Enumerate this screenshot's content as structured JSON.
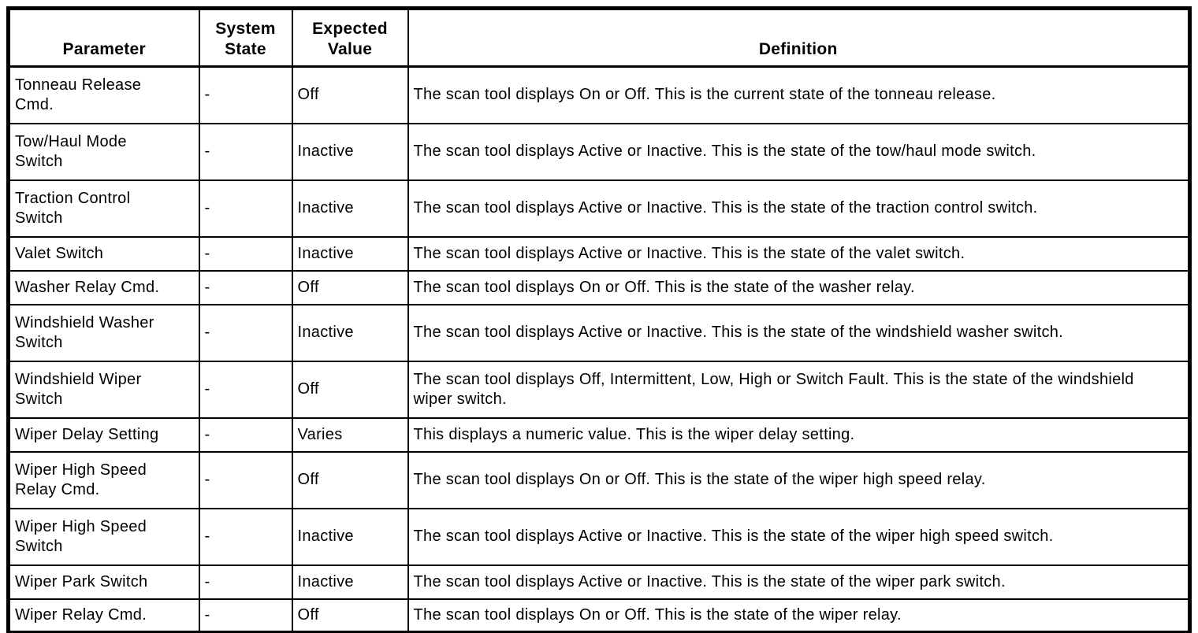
{
  "table": {
    "headers": {
      "parameter": "Parameter",
      "system_state": "System State",
      "expected_value": "Expected Value",
      "definition": "Definition"
    },
    "rows": [
      {
        "parameter": "Tonneau Release Cmd.",
        "system_state": "-",
        "expected_value": "Off",
        "definition": "The scan tool displays On or Off. This is the current state of the tonneau release."
      },
      {
        "parameter": "Tow/Haul Mode Switch",
        "system_state": "-",
        "expected_value": "Inactive",
        "definition": "The scan tool displays Active or Inactive. This is the state of the tow/haul mode switch."
      },
      {
        "parameter": "Traction Control Switch",
        "system_state": "-",
        "expected_value": "Inactive",
        "definition": "The scan tool displays Active or Inactive. This is the state of the traction control switch."
      },
      {
        "parameter": "Valet Switch",
        "system_state": "-",
        "expected_value": "Inactive",
        "definition": "The scan tool displays Active or Inactive. This is the state of the valet switch."
      },
      {
        "parameter": "Washer Relay Cmd.",
        "system_state": "-",
        "expected_value": "Off",
        "definition": "The scan tool displays On or Off. This is the state of the washer relay."
      },
      {
        "parameter": "Windshield Washer Switch",
        "system_state": "-",
        "expected_value": "Inactive",
        "definition": "The scan tool displays Active or Inactive. This is the state of the windshield washer switch."
      },
      {
        "parameter": "Windshield Wiper Switch",
        "system_state": "-",
        "expected_value": "Off",
        "definition": "The scan tool displays Off, Intermittent, Low, High or Switch Fault. This is the state of the windshield wiper switch."
      },
      {
        "parameter": "Wiper Delay Setting",
        "system_state": "-",
        "expected_value": "Varies",
        "definition": "This displays a numeric value. This is the wiper delay setting."
      },
      {
        "parameter": "Wiper High Speed Relay Cmd.",
        "system_state": "-",
        "expected_value": "Off",
        "definition": "The scan tool displays On or Off. This is the state of the wiper high speed relay."
      },
      {
        "parameter": "Wiper High Speed Switch",
        "system_state": "-",
        "expected_value": "Inactive",
        "definition": "The scan tool displays Active or Inactive. This is the state of the wiper high speed switch."
      },
      {
        "parameter": "Wiper Park Switch",
        "system_state": "-",
        "expected_value": "Inactive",
        "definition": "The scan tool displays Active or Inactive. This is the state of the wiper park switch."
      },
      {
        "parameter": "Wiper Relay Cmd.",
        "system_state": "-",
        "expected_value": "Off",
        "definition": "The scan tool displays On or Off. This is the state of the wiper relay."
      }
    ]
  }
}
